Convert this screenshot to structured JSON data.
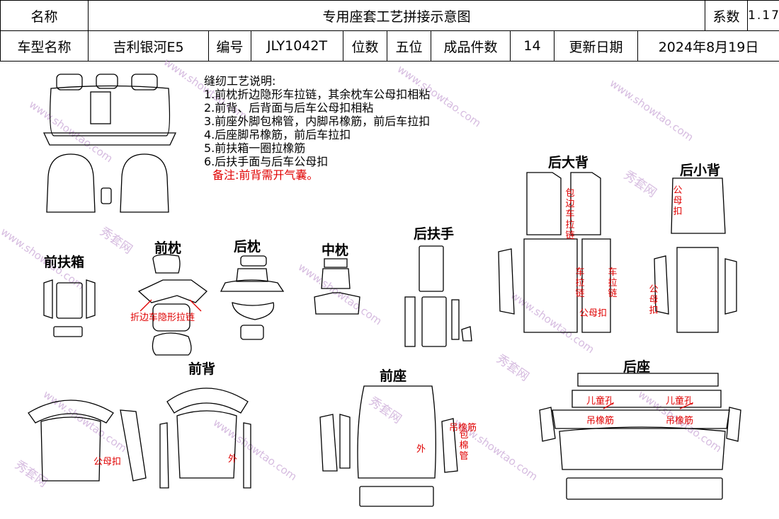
{
  "header": {
    "name_label": "名称",
    "title": "专用座套工艺拼接示意图",
    "coef_label": "系数",
    "coef_value": "1.17",
    "model_label": "车型名称",
    "model_value": "吉利银河E5",
    "code_label": "编号",
    "code_value": "JLY1042T",
    "seats_label": "位数",
    "seats_value": "五位",
    "pieces_label": "成品件数",
    "pieces_value": "14",
    "date_label": "更新日期",
    "date_value": "2024年8月19日"
  },
  "notes": {
    "heading": "缝纫工艺说明:",
    "items": [
      "1.前枕折边隐形车拉链，其余枕车公母扣相粘",
      "2.前背、后背面与后车公母扣相粘",
      "3.前座外脚包棉管，内脚吊橡筋，前后车拉扣",
      "4.后座脚吊橡筋，前后车拉扣",
      "5.前扶箱一圈拉橡筋",
      "6.后扶手面与后车公母扣"
    ],
    "remark": "备注:前背需开气囊。"
  },
  "parts": {
    "front_armbox": "前扶箱",
    "front_headrest": "前枕",
    "rear_headrest": "后枕",
    "middle_headrest": "中枕",
    "rear_armrest": "后扶手",
    "rear_big_back": "后大背",
    "rear_small_back": "后小背",
    "front_back": "前背",
    "front_seat": "前座",
    "rear_seat": "后座"
  },
  "annotations": {
    "fold_zipper": "折边车隐形拉链",
    "wrap_zipper": "包边车拉链",
    "pull_buckle": "车拉链",
    "snap": "公母扣",
    "outer": "外",
    "elastic": "吊橡筋",
    "cotton_tube": "包棉管",
    "child_hole": "儿童孔"
  },
  "watermark": {
    "site": "www.showtao.com",
    "brand": "秀套网"
  },
  "colors": {
    "annotation": "#e00000",
    "line": "#000000",
    "watermark": "#c9a6d6"
  }
}
